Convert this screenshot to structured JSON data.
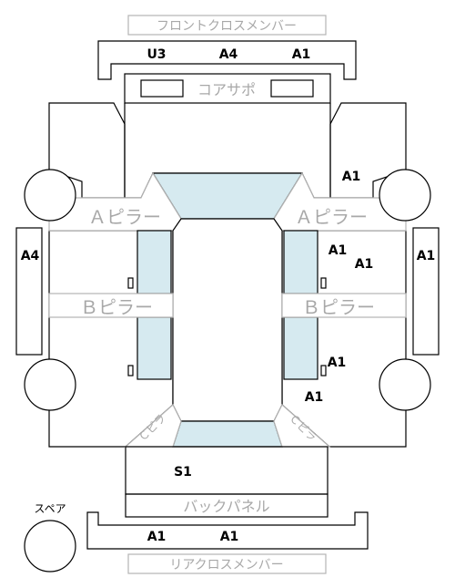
{
  "labels": {
    "front_cross_member": "フロントクロスメンバー",
    "core_support": "コアサポ",
    "a_pillar_left": "Ａピラー",
    "a_pillar_right": "Ａピラー",
    "b_pillar_left": "Ｂピラー",
    "b_pillar_right": "Ｂピラー",
    "back_panel": "バックパネル",
    "rear_cross_member": "リアクロスメンバー",
    "spare": "スペア",
    "c_pillar_left": "Ｃピラ",
    "c_pillar_right": "Ｃピラ"
  },
  "grades": {
    "front_member_left": "U3",
    "front_member_center": "A4",
    "front_member_right": "A1",
    "left_side_panel": "A4",
    "right_side_panel": "A1",
    "right_upper_quarter": "A1",
    "right_a_pillar_lower_1": "A1",
    "right_a_pillar_lower_2": "A1",
    "right_b_pillar_lower": "A1",
    "right_rear_quarter": "A1",
    "trunk": "S1",
    "rear_member_left": "A1",
    "rear_member_right": "A1"
  },
  "colors": {
    "glass": "#d6eaf0",
    "outline": "#000000",
    "gray_label": "#a8a8a8"
  }
}
